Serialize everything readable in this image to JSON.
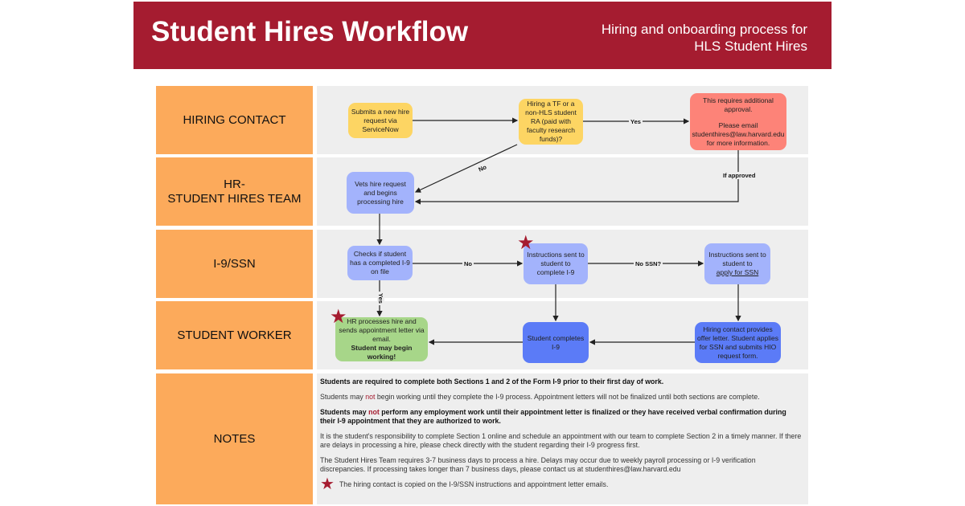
{
  "header": {
    "title": "Student Hires Workflow",
    "subtitle_line1": "Hiring and onboarding process for",
    "subtitle_line2": "HLS Student Hires"
  },
  "lanes": [
    "HIRING CONTACT",
    "HR-\nSTUDENT HIRES TEAM",
    "I-9/SSN",
    "STUDENT WORKER",
    "NOTES"
  ],
  "nodes": {
    "submit": "Submits a new hire request via ServiceNow",
    "question": "Hiring a TF or a non-HLS student RA (paid with faculty research funds)?",
    "approval_1": "This requires additional approval.",
    "approval_2": "Please email studenthires@law.harvard.edu for more information.",
    "vets": "Vets hire request and begins processing hire",
    "checks": "Checks if student has a completed I-9 on file",
    "instr_i9": "Instructions sent to student to complete I-9",
    "instr_ssn_pre": "Instructions sent to student to",
    "instr_ssn_link": "apply for SSN",
    "hr_processes": "HR processes hire and sends appointment letter via email.",
    "may_begin": "Student may begin working!",
    "student_completes": "Student completes I-9",
    "hiring_contact": "Hiring contact provides offer letter. Student applies for SSN and submits HIO request form."
  },
  "edges": {
    "yes": "Yes",
    "no": "No",
    "if_approved": "If approved",
    "no2": "No",
    "no_ssn": "No SSN?",
    "yes2": "Yes"
  },
  "notes": {
    "n1": "Students are required to complete both Sections 1 and 2 of the Form I-9 prior to their first day of work.",
    "n2a": "Students may ",
    "not": "not",
    "n2b": " begin working until they complete the I-9 process. Appointment letters will not be finalized until both sections are complete.",
    "n3a": "Students may ",
    "n3b": " perform any employment work until their appointment letter is finalized or they have received verbal confirmation during their I-9 appointment that they are authorized to work.",
    "n4": "It is the student's responsibility to complete Section 1 online and schedule an appointment with our team to complete Section 2 in a timely manner. If there are delays in processing a hire, please check directly with the student regarding their I-9 progress first.",
    "n5": "The Student Hires Team requires 3-7 business days to process a hire. Delays may occur due to weekly payroll processing or I-9 verification discrepancies. If processing takes longer than 7 business days, please contact us at studenthires@law.harvard.edu",
    "n6": "The hiring contact is copied on the I-9/SSN instructions and appointment letter emails."
  },
  "colors": {
    "brand": "#a51c30",
    "lane": "#fcaa5b"
  }
}
